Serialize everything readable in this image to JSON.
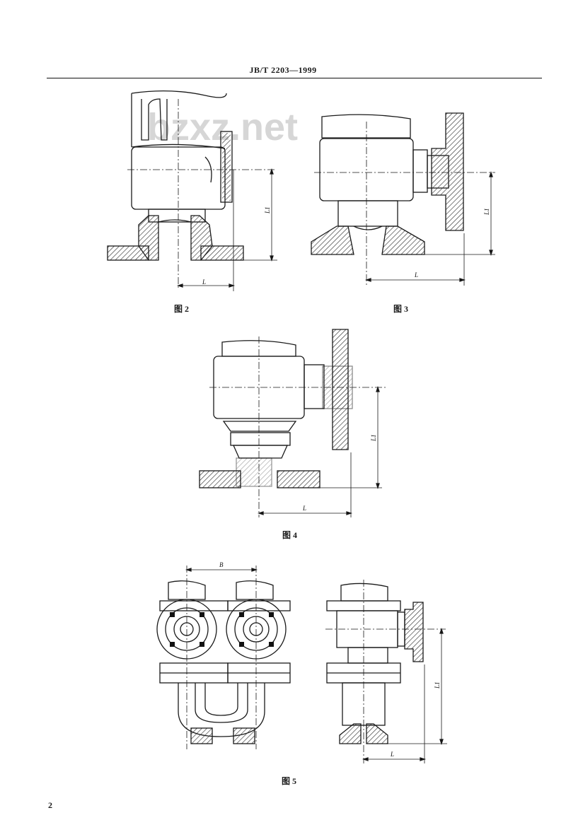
{
  "header": {
    "standard_number": "JB/T 2203—1999"
  },
  "watermark": {
    "text": "bzxz.net"
  },
  "figures": [
    {
      "id": "fig2",
      "caption": "图 2",
      "dimensions": [
        "L",
        "L1"
      ]
    },
    {
      "id": "fig3",
      "caption": "图 3",
      "dimensions": [
        "L",
        "L1"
      ]
    },
    {
      "id": "fig4",
      "caption": "图 4",
      "dimensions": [
        "L",
        "L1"
      ]
    },
    {
      "id": "fig5",
      "caption": "图 5",
      "dimensions": [
        "B",
        "L",
        "L1"
      ]
    }
  ],
  "footer": {
    "page_number": "2"
  },
  "colors": {
    "ink": "#1a1a1a",
    "hatch": "#333333",
    "watermark": "#cfcfcf"
  }
}
